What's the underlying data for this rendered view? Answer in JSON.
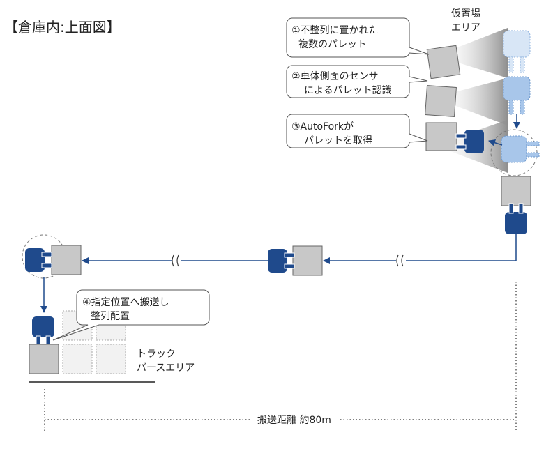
{
  "title": "【倉庫内:上面図】",
  "staging_area": {
    "line1": "仮置場",
    "line2": "エリア"
  },
  "callouts": [
    {
      "line1": "①不整列に置かれた",
      "line2": "複数のパレット"
    },
    {
      "line1": "②車体側面のセンサ",
      "line2": "によるパレット認識"
    },
    {
      "line1": "③AutoForkが",
      "line2": "パレットを取得"
    },
    {
      "line1": "④指定位置へ搬送し",
      "line2": "整列配置"
    }
  ],
  "truck_berth": {
    "line1": "トラック",
    "line2": "バースエリア"
  },
  "distance_label": "搬送距離 約80m",
  "colors": {
    "forklift": "#1f4a8c",
    "forklift_ghost": "#a8c6ea",
    "pallet": "#c8c8c8",
    "path": "#1f4a8c",
    "sensor_gray": "#b0b0b0"
  }
}
